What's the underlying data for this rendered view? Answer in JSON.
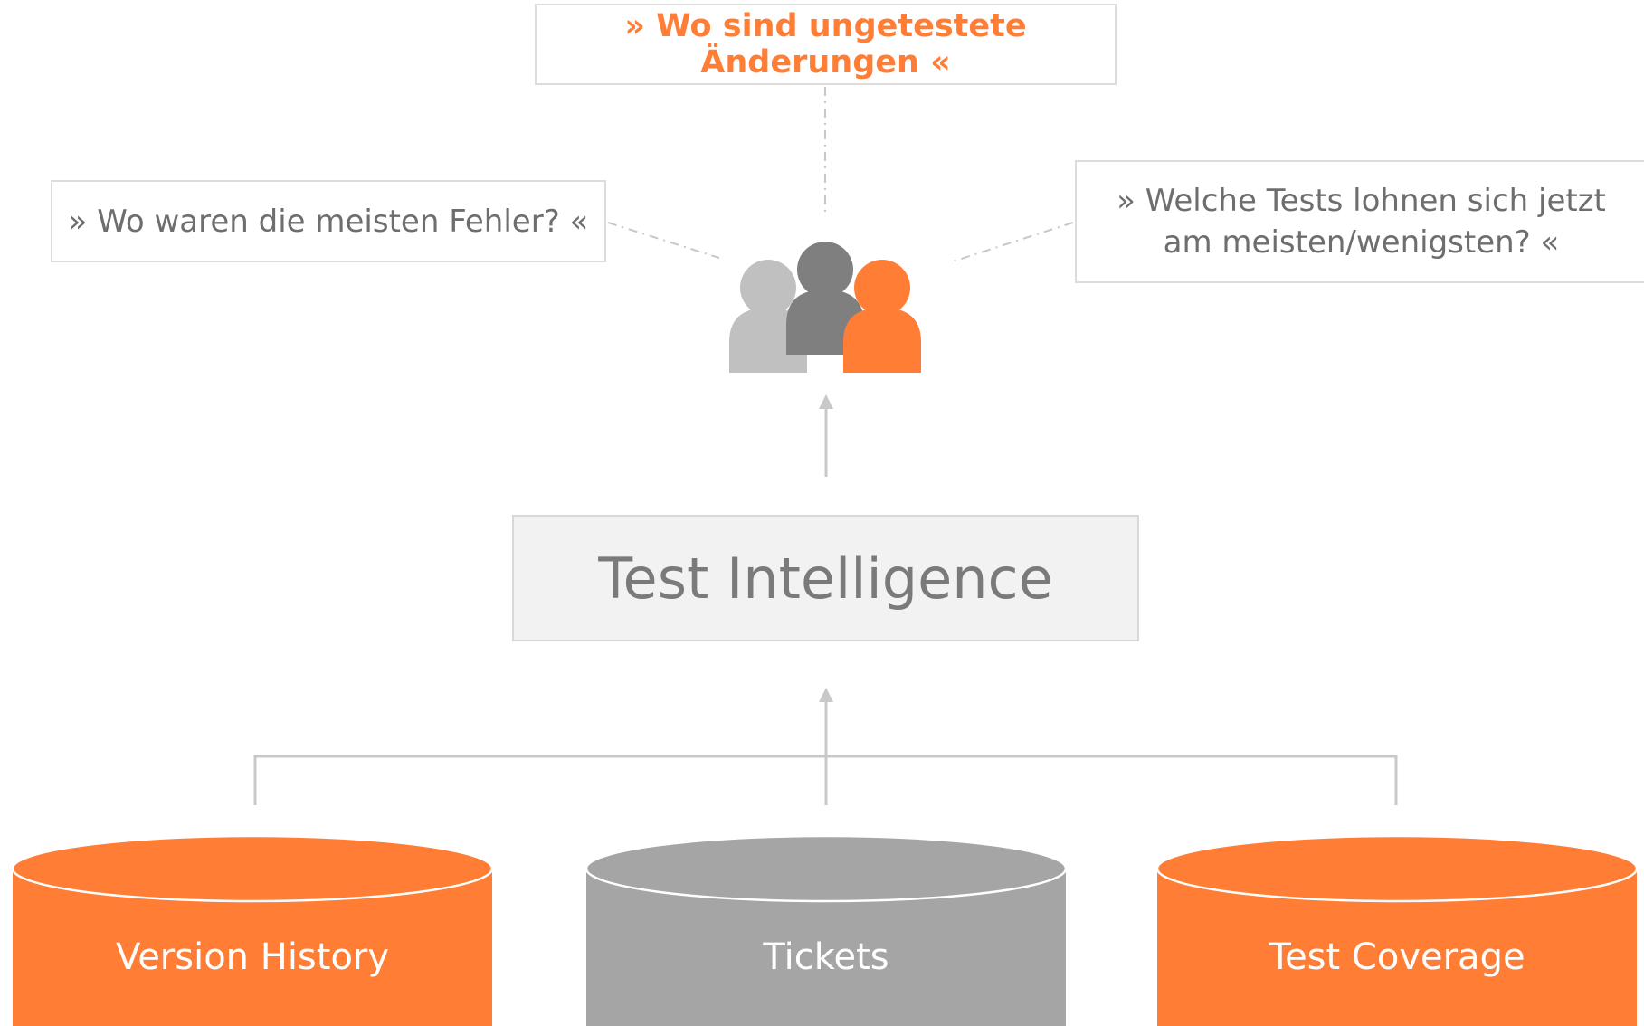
{
  "questions": {
    "top": "» Wo sind ungetestete Änderungen «",
    "left": "» Wo waren die meisten Fehler? «",
    "right": "» Welche Tests lohnen sich jetzt am meisten/wenigsten? «"
  },
  "center_box": {
    "label": "Test Intelligence"
  },
  "databases": [
    {
      "label": "Version History",
      "color": "#ff7d35"
    },
    {
      "label": "Tickets",
      "color": "#a5a5a5"
    },
    {
      "label": "Test Coverage",
      "color": "#ff7d35"
    }
  ],
  "people_icon": {
    "name": "people-group-icon",
    "colors": [
      "#c0c0c0",
      "#7f7f7f",
      "#ff7d35"
    ]
  },
  "colors": {
    "accent": "#ff7d35",
    "text": "#6e6e6e",
    "line": "#c8c8c8"
  }
}
